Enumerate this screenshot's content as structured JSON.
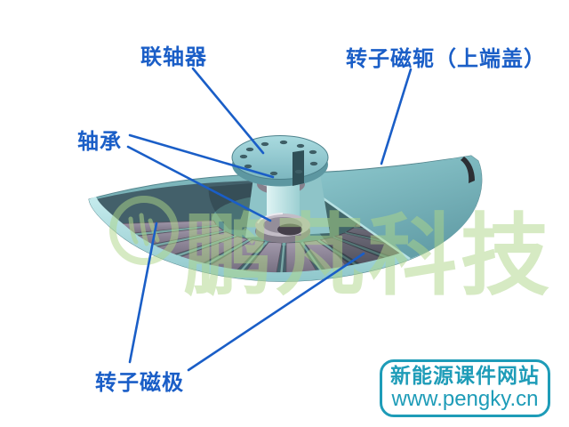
{
  "diagram": {
    "labels": {
      "coupling": "联轴器",
      "rotor_yoke": "转子磁轭（上端盖）",
      "bearing": "轴承",
      "rotor_pole": "转子磁极"
    },
    "watermark_text": "鹏芃科技",
    "badge": {
      "site_name": "新能源课件网站",
      "site_url": "www.pengky.cn"
    },
    "colors": {
      "label_text": "#1a5ec7",
      "leader_line": "#1a5ec7",
      "badge_teal": "#1e9cb8",
      "watermark_green": "#aed688",
      "yoke_teal": "#7cbac0",
      "rim_cyan": "#b5e3e6",
      "pole_gray": "#8d8596",
      "interior_dark": "#43606a"
    }
  }
}
